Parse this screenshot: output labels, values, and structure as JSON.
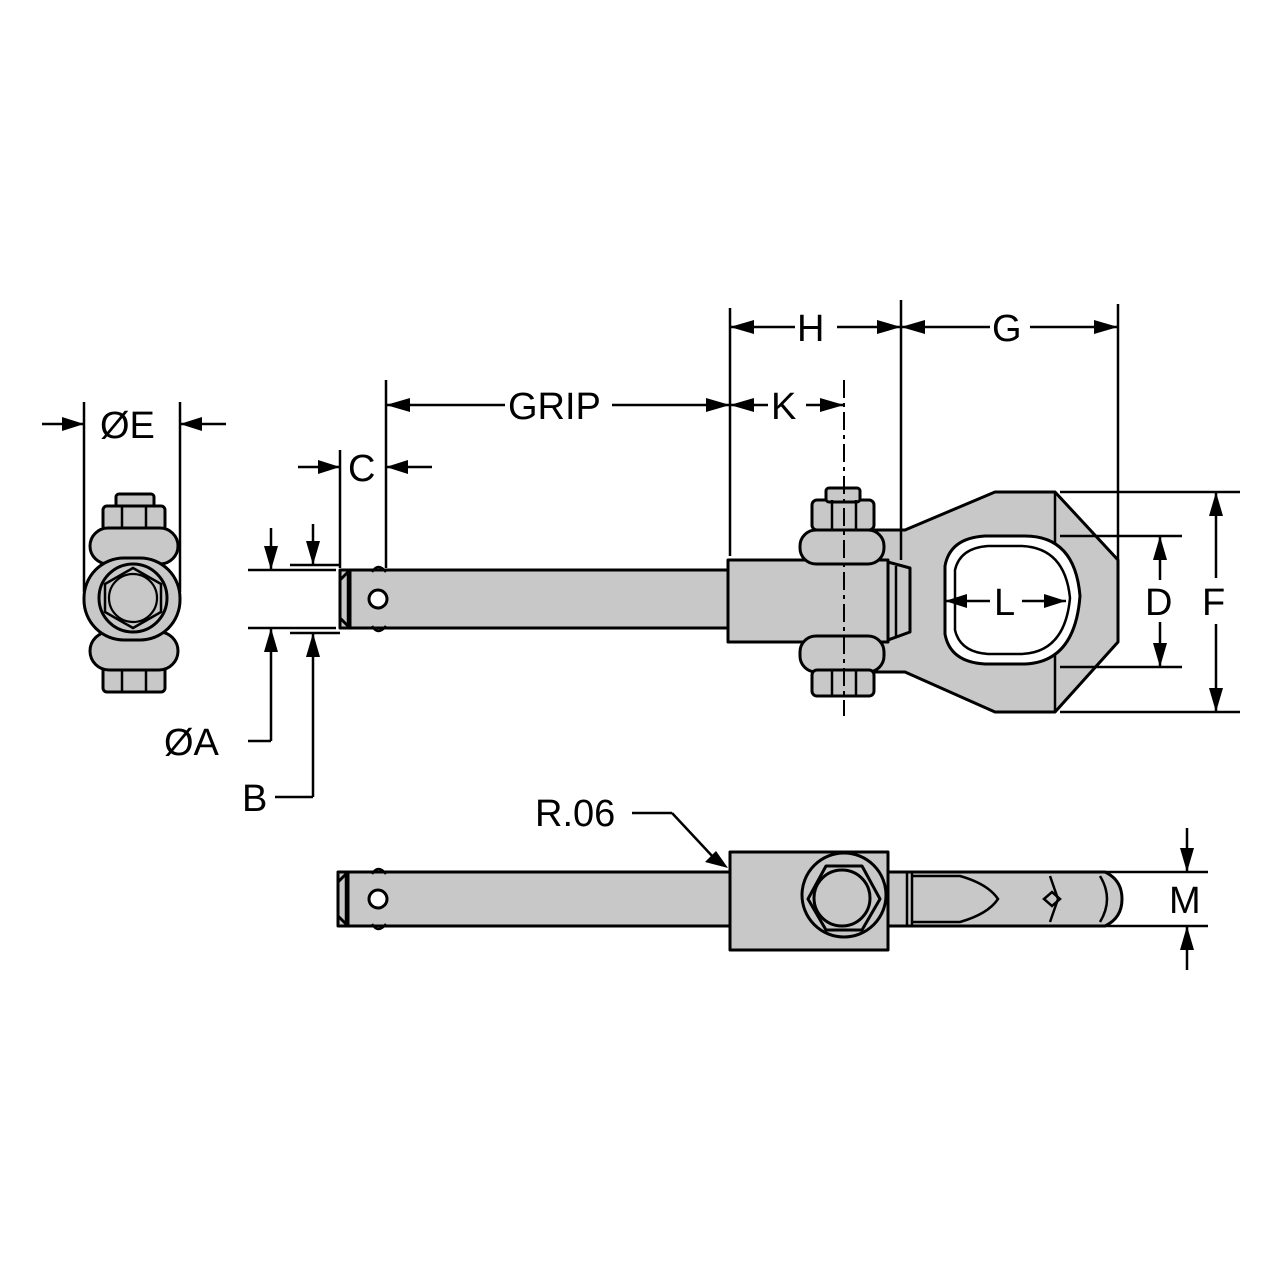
{
  "dimensions": {
    "dia_e": "ØE",
    "c": "C",
    "grip": "GRIP",
    "k": "K",
    "h": "H",
    "g": "G",
    "l": "L",
    "d": "D",
    "f": "F",
    "dia_a": "ØA",
    "b": "B",
    "radius": "R.06",
    "m": "M"
  },
  "colors": {
    "part_fill": "#c8c8c8",
    "line": "#000000",
    "background": "#ffffff"
  }
}
